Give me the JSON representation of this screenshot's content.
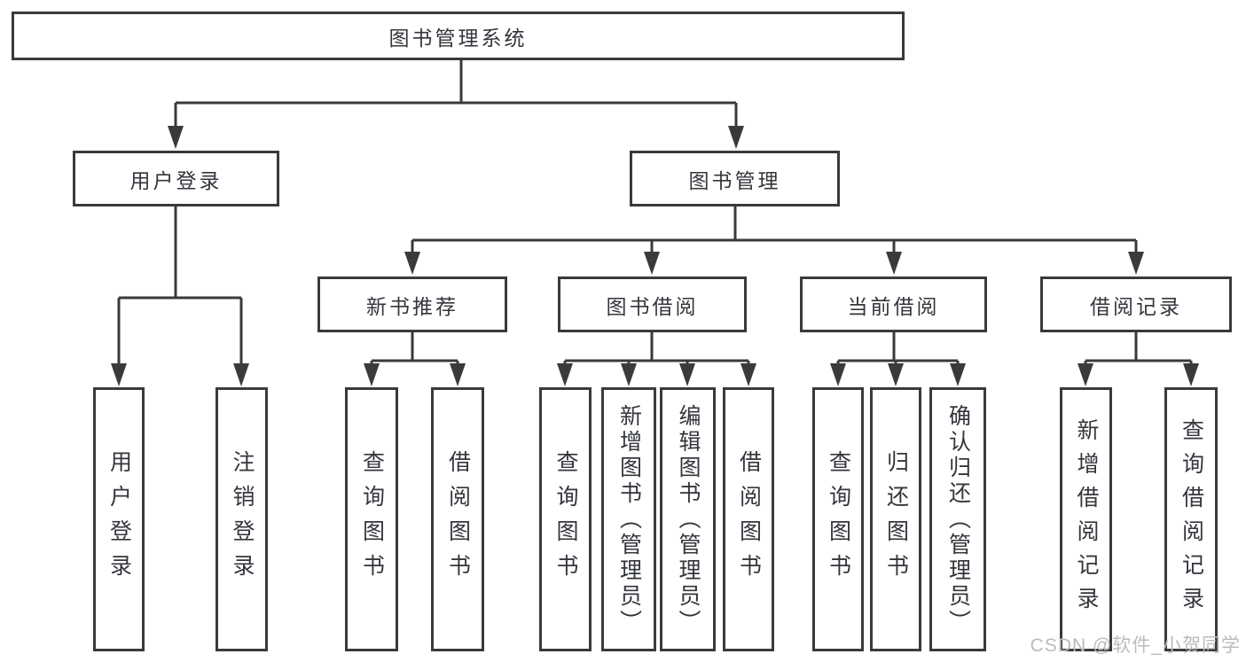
{
  "colors": {
    "line": "#3a3a3a",
    "box_border": "#3a3a3a",
    "box_background": "#ffffff",
    "text": "#33363c",
    "watermark": "#b9bcbe"
  },
  "diagram": {
    "root": {
      "label": "图书管理系统"
    },
    "level2": {
      "user_login": {
        "label": "用户登录"
      },
      "book_management": {
        "label": "图书管理"
      }
    },
    "level3": {
      "new_book_recommend": {
        "label": "新书推荐"
      },
      "book_borrowing": {
        "label": "图书借阅"
      },
      "current_borrowing": {
        "label": "当前借阅"
      },
      "borrowing_records": {
        "label": "借阅记录"
      }
    },
    "leaves": {
      "user_login": {
        "label": "用户登录"
      },
      "logout": {
        "label": "注销登录"
      },
      "query_books_recommend": {
        "label": "查询图书"
      },
      "borrow_books_recommend": {
        "label": "借阅图书"
      },
      "query_books_borrowing": {
        "label": "查询图书"
      },
      "add_books_admin": {
        "label": "新增图书（管理员）"
      },
      "edit_books_admin": {
        "label": "编辑图书（管理员）"
      },
      "borrow_books_borrowing": {
        "label": "借阅图书"
      },
      "query_books_current": {
        "label": "查询图书"
      },
      "return_books": {
        "label": "归还图书"
      },
      "confirm_return_admin": {
        "label": "确认归还（管理员）"
      },
      "add_borrow_record": {
        "label": "新增借阅记录"
      },
      "query_borrow_record": {
        "label": "查询借阅记录"
      }
    }
  },
  "watermark": {
    "text": "CSDN @软件_小贺同学"
  }
}
